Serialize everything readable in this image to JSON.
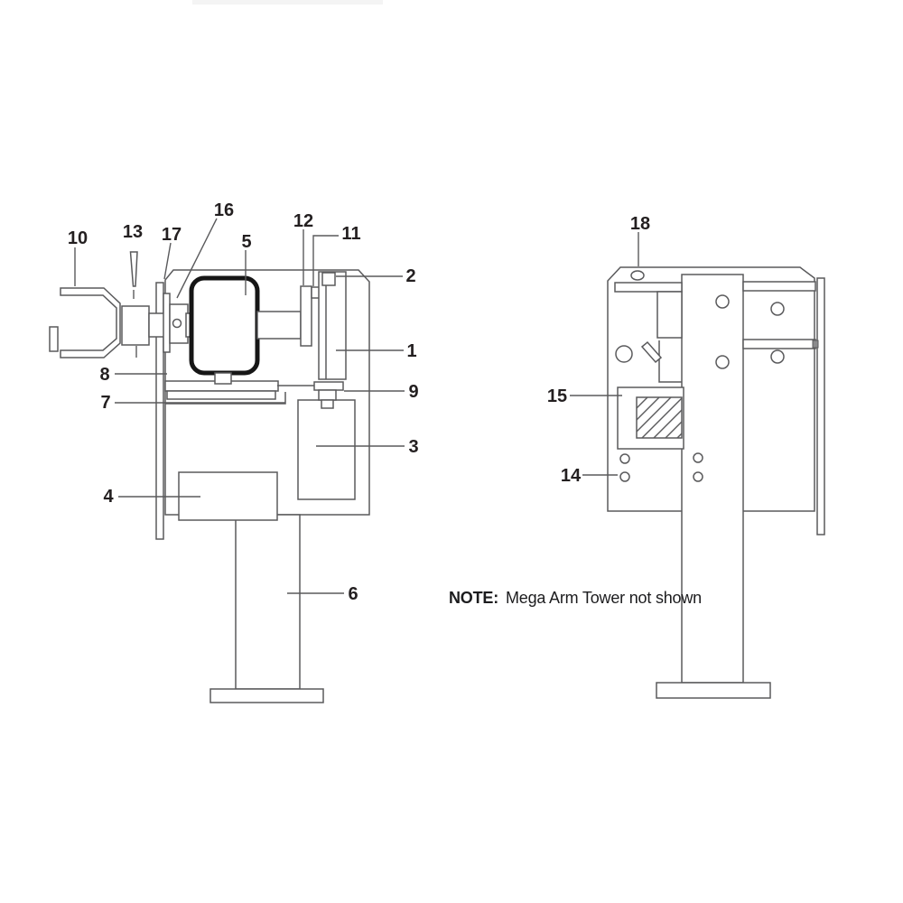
{
  "note": {
    "prefix": "NOTE:",
    "text": "Mega Arm Tower not shown"
  },
  "callouts": [
    {
      "label": "1"
    },
    {
      "label": "2"
    },
    {
      "label": "3"
    },
    {
      "label": "4"
    },
    {
      "label": "5"
    },
    {
      "label": "6"
    },
    {
      "label": "7"
    },
    {
      "label": "8"
    },
    {
      "label": "9"
    },
    {
      "label": "10"
    },
    {
      "label": "11"
    },
    {
      "label": "12"
    },
    {
      "label": "13"
    },
    {
      "label": "14"
    },
    {
      "label": "15"
    },
    {
      "label": "16"
    },
    {
      "label": "17"
    },
    {
      "label": "18"
    }
  ],
  "colors": {
    "line_gray": "#5a5a5c",
    "label_black": "#231f20",
    "motor_black": "#161616",
    "background": "#ffffff"
  }
}
